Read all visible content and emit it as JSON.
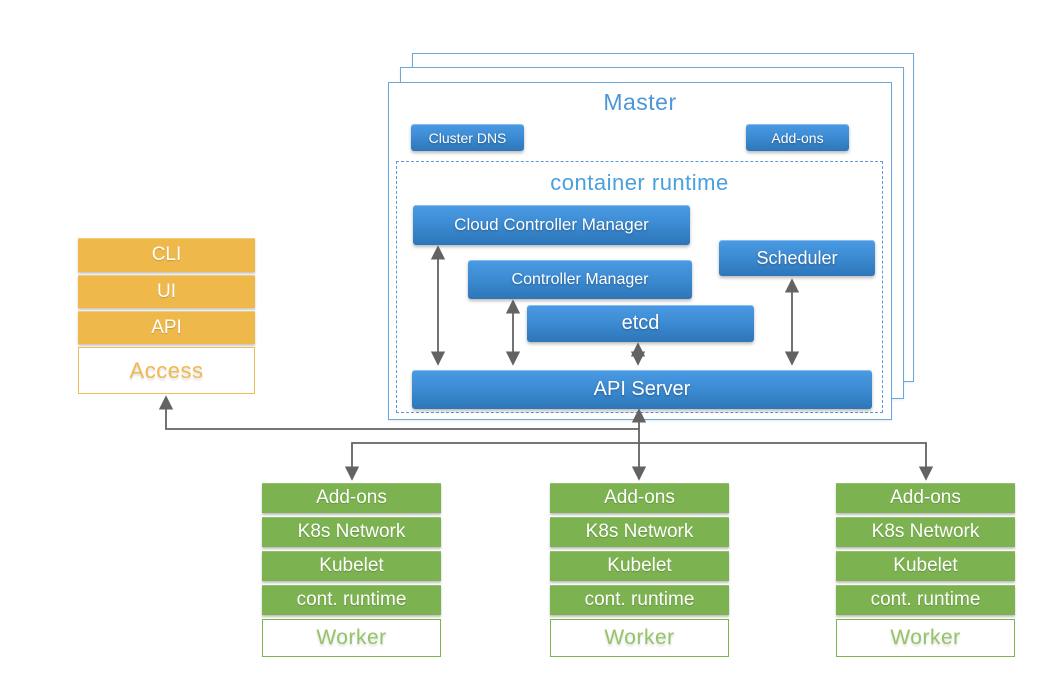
{
  "master": {
    "title": "Master",
    "cluster_dns_label": "Cluster DNS",
    "addons_label": "Add-ons",
    "container_runtime": {
      "title": "container runtime",
      "cloud_controller_manager": "Cloud Controller Manager",
      "controller_manager": "Controller Manager",
      "etcd": "etcd",
      "scheduler": "Scheduler",
      "api_server": "API Server"
    }
  },
  "access_stack": {
    "items": [
      {
        "label": "CLI"
      },
      {
        "label": "UI"
      },
      {
        "label": "API"
      }
    ],
    "base_label": "Access"
  },
  "workers": [
    {
      "rows": [
        {
          "label": "Add-ons"
        },
        {
          "label": "K8s Network"
        },
        {
          "label": "Kubelet"
        },
        {
          "label": "cont. runtime"
        }
      ],
      "base_label": "Worker"
    },
    {
      "rows": [
        {
          "label": "Add-ons"
        },
        {
          "label": "K8s Network"
        },
        {
          "label": "Kubelet"
        },
        {
          "label": "cont. runtime"
        }
      ],
      "base_label": "Worker"
    },
    {
      "rows": [
        {
          "label": "Add-ons"
        },
        {
          "label": "K8s Network"
        },
        {
          "label": "Kubelet"
        },
        {
          "label": "cont. runtime"
        }
      ],
      "base_label": "Worker"
    }
  ],
  "colors": {
    "node_blue": "#3d8cd4",
    "light_blue_text": "#4e95d9",
    "master_border": "#6fa8d8",
    "orange": "#efb84b",
    "green": "#7cb250",
    "arrow_gray": "#636363"
  }
}
